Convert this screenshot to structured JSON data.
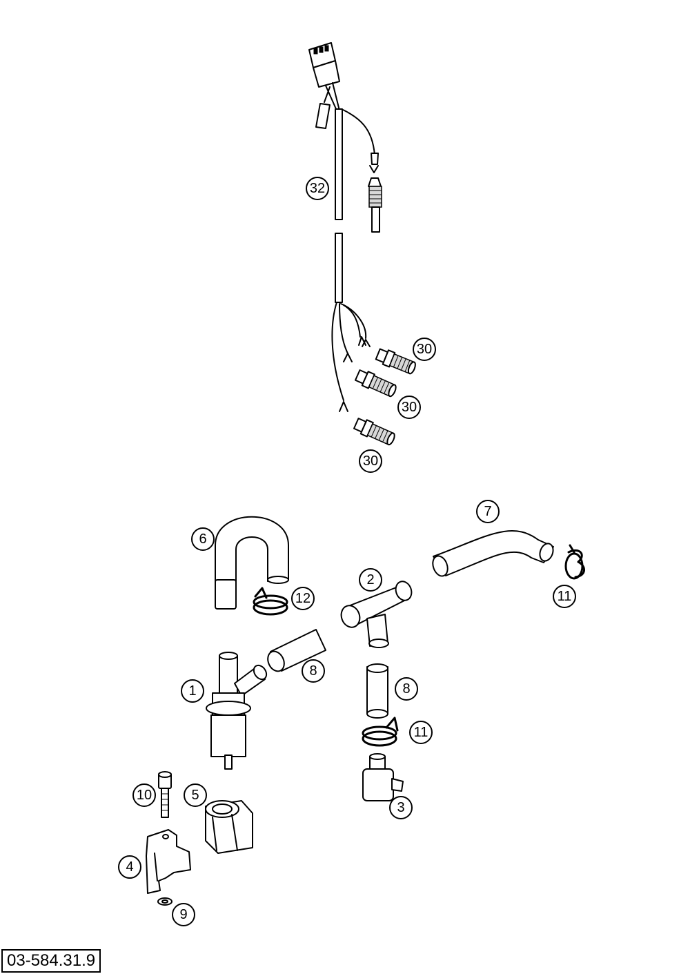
{
  "diagram": {
    "drawing_number": "03-584.31.9",
    "callouts": [
      {
        "id": "c32",
        "label": "32"
      },
      {
        "id": "c30a",
        "label": "30"
      },
      {
        "id": "c30b",
        "label": "30"
      },
      {
        "id": "c30c",
        "label": "30"
      },
      {
        "id": "c7",
        "label": "7"
      },
      {
        "id": "c6",
        "label": "6"
      },
      {
        "id": "c2",
        "label": "2"
      },
      {
        "id": "c12",
        "label": "12"
      },
      {
        "id": "c11a",
        "label": "11"
      },
      {
        "id": "c8a",
        "label": "8"
      },
      {
        "id": "c8b",
        "label": "8"
      },
      {
        "id": "c1",
        "label": "1"
      },
      {
        "id": "c11b",
        "label": "11"
      },
      {
        "id": "c10",
        "label": "10"
      },
      {
        "id": "c5",
        "label": "5"
      },
      {
        "id": "c3",
        "label": "3"
      },
      {
        "id": "c4",
        "label": "4"
      },
      {
        "id": "c9",
        "label": "9"
      }
    ]
  }
}
